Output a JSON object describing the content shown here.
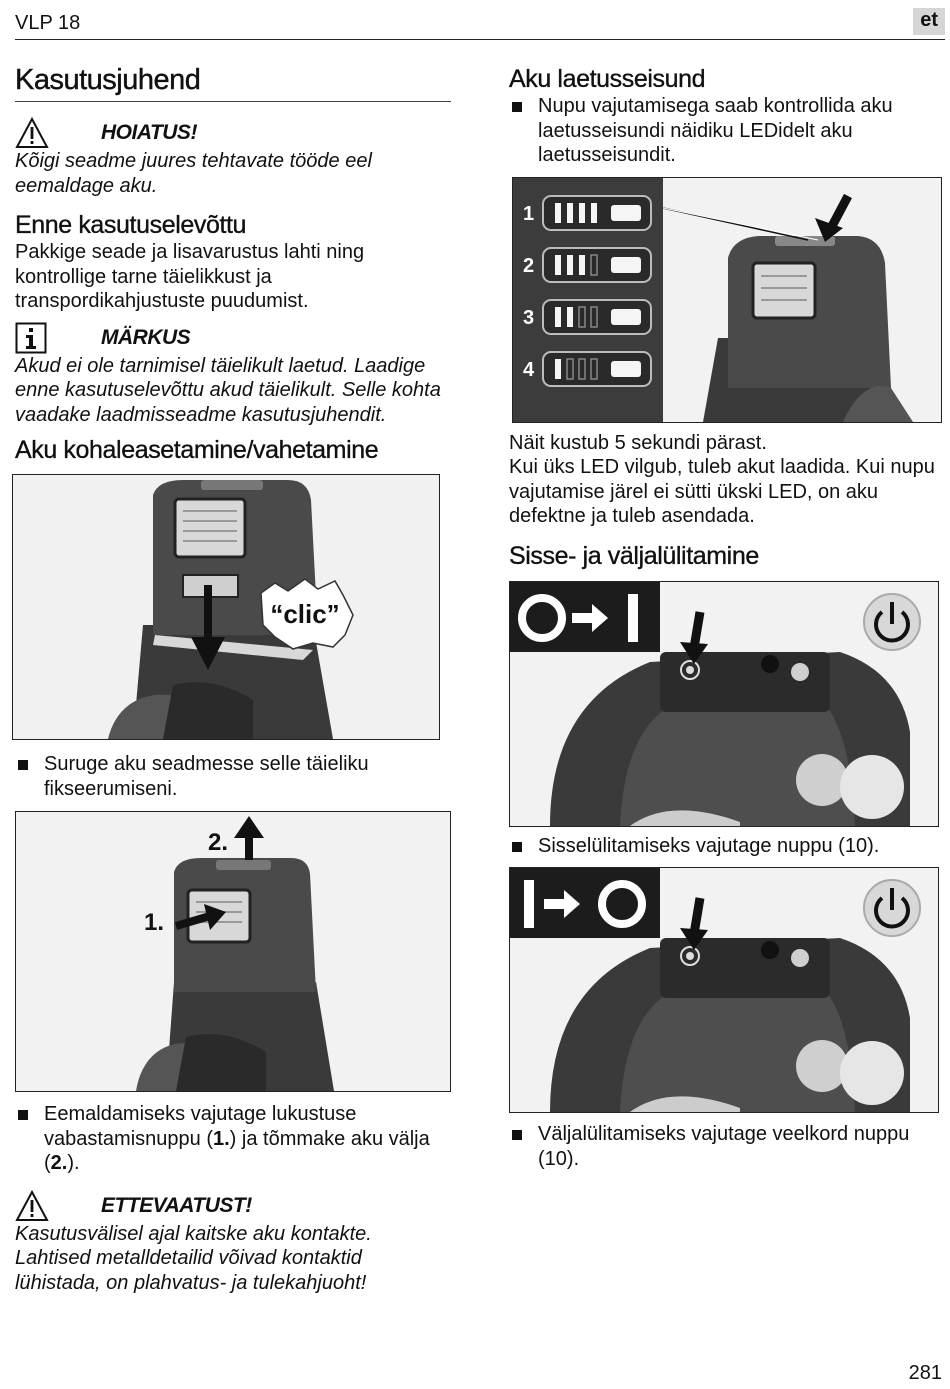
{
  "header": {
    "model": "VLP 18",
    "lang": "et"
  },
  "left": {
    "title": "Kasutusjuhend",
    "warning": {
      "title": "HOIATUS!",
      "text": "Kõigi seadme juures tehtavate tööde eel eemaldage aku."
    },
    "before_use": {
      "heading": "Enne kasutuselevõttu",
      "text": "Pakkige seade ja lisavarustus lahti ning kontrollige tarne täielikkust ja transpordikahjustuste puudumist."
    },
    "note": {
      "title": "MÄRKUS",
      "text": "Akud ei ole tarnimisel täielikult laetud. Laadige enne kasutuselevõttu akud täielikult. Selle kohta vaadake laadmisseadme kasutusjuhendit."
    },
    "insert": {
      "heading": "Aku kohaleasetamine/vahetamine",
      "clic_label": "“clic”",
      "bullet": "Suruge aku seadmesse selle täieliku fikseerumiseni."
    },
    "remove": {
      "label_1": "1.",
      "label_2": "2.",
      "bullet_pre": "Eemaldamiseks vajutage lukustuse vabastamisnuppu (",
      "bullet_n1": "1.",
      "bullet_mid": ") ja tõmmake aku välja (",
      "bullet_n2": "2.",
      "bullet_post": ")."
    },
    "caution": {
      "title": "ETTEVAATUST!",
      "text": "Kasutusvälisel ajal kaitske aku kontakte. Lahtised metalldetailid võivad kontaktid lühistada, on plahvatus- ja tulekahjuoht!"
    }
  },
  "right": {
    "charge": {
      "heading": "Aku laetusseisund",
      "bullet": "Nupu vajutamisega saab kontrollida aku laetusseisundi näidiku LEDidelt aku laetusseisundit.",
      "levels": [
        "1",
        "2",
        "3",
        "4"
      ],
      "after_1": "Näit kustub 5 sekundi pärast.",
      "after_2": "Kui üks LED vilgub, tuleb akut laadida. Kui nupu vajutamise järel ei sütti ükski LED, on aku defektne ja tuleb asendada."
    },
    "switch": {
      "heading": "Sisse- ja väljalülitamine",
      "on_bullet": "Sisselülitamiseks vajutage nuppu (10).",
      "off_bullet": "Väljalülitamiseks vajutage veelkord nuppu (10)."
    }
  },
  "footer": {
    "page": "281"
  }
}
